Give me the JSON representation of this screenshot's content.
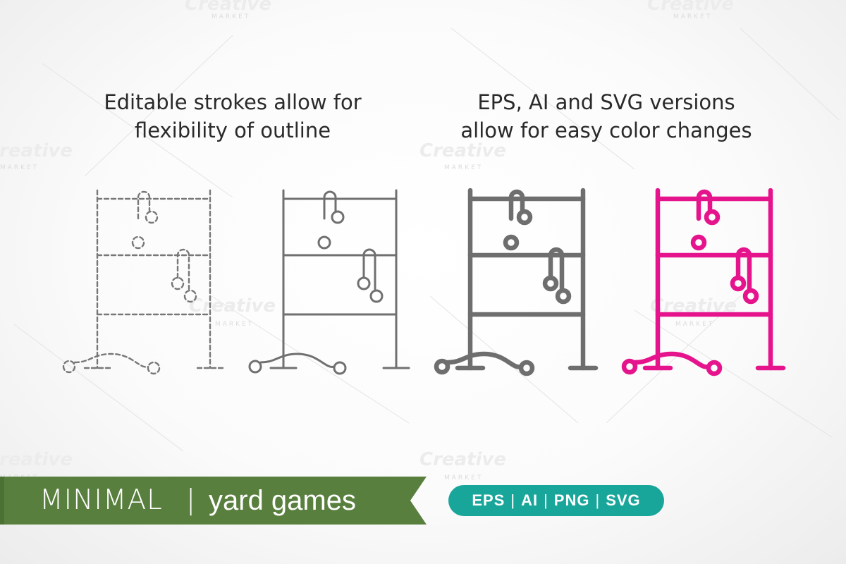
{
  "image_title": "Minimal yard games icons",
  "captions": {
    "left": "Editable strokes allow for\nflexibility of outline",
    "right": "EPS, AI and SVG versions\nallow for easy color changes"
  },
  "icons": [
    {
      "name": "ladder-toss-dashed-icon",
      "style": "dashed",
      "color": "#777777"
    },
    {
      "name": "ladder-toss-thin-outline-icon",
      "style": "thin",
      "color": "#707070"
    },
    {
      "name": "ladder-toss-bold-outline-icon",
      "style": "bold",
      "color": "#6e6e6e"
    },
    {
      "name": "ladder-toss-magenta-icon",
      "style": "bold",
      "color": "#e6148c"
    }
  ],
  "banner": {
    "title": "MINIMAL",
    "separator": "|",
    "subtitle": "yard games",
    "color": "#587f3d"
  },
  "formats": {
    "items": [
      "EPS",
      "AI",
      "PNG",
      "SVG"
    ],
    "separator": "|",
    "color": "#18a69a"
  },
  "watermark": {
    "brand": "Creative",
    "sub": "MARKET"
  }
}
